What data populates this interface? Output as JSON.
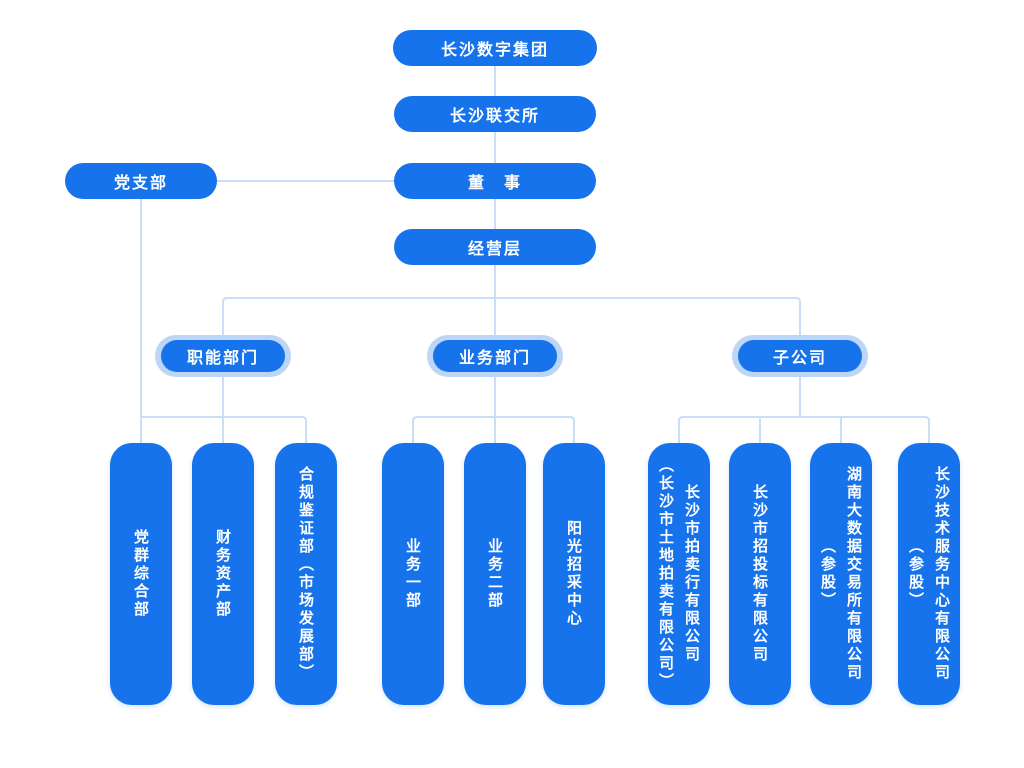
{
  "nodes": {
    "root": "长沙数字集团",
    "exchange": "长沙联交所",
    "board": "董　事",
    "party_branch": "党支部",
    "management": "经营层"
  },
  "branches": [
    {
      "label": "职能部门",
      "children": [
        "党群综合部",
        "财务资产部",
        "合规鉴证部（市场发展部）"
      ]
    },
    {
      "label": "业务部门",
      "children": [
        "业务一部",
        "业务二部",
        "阳光招采中心"
      ]
    },
    {
      "label": "子公司",
      "children": [
        "长沙市拍卖行有限公司\n（长沙市土地拍卖有限公司）",
        "长沙市招投标有限公司",
        "湖南大数据交易所有限公司\n（参股）",
        "长沙技术服务中心有限公司\n（参股）"
      ]
    }
  ],
  "colors": {
    "primary": "#1673EB",
    "halo": "#BDD6F6",
    "line": "#C9DEF9",
    "text_on_primary": "#FFFFFF",
    "background": "#FFFFFF"
  }
}
